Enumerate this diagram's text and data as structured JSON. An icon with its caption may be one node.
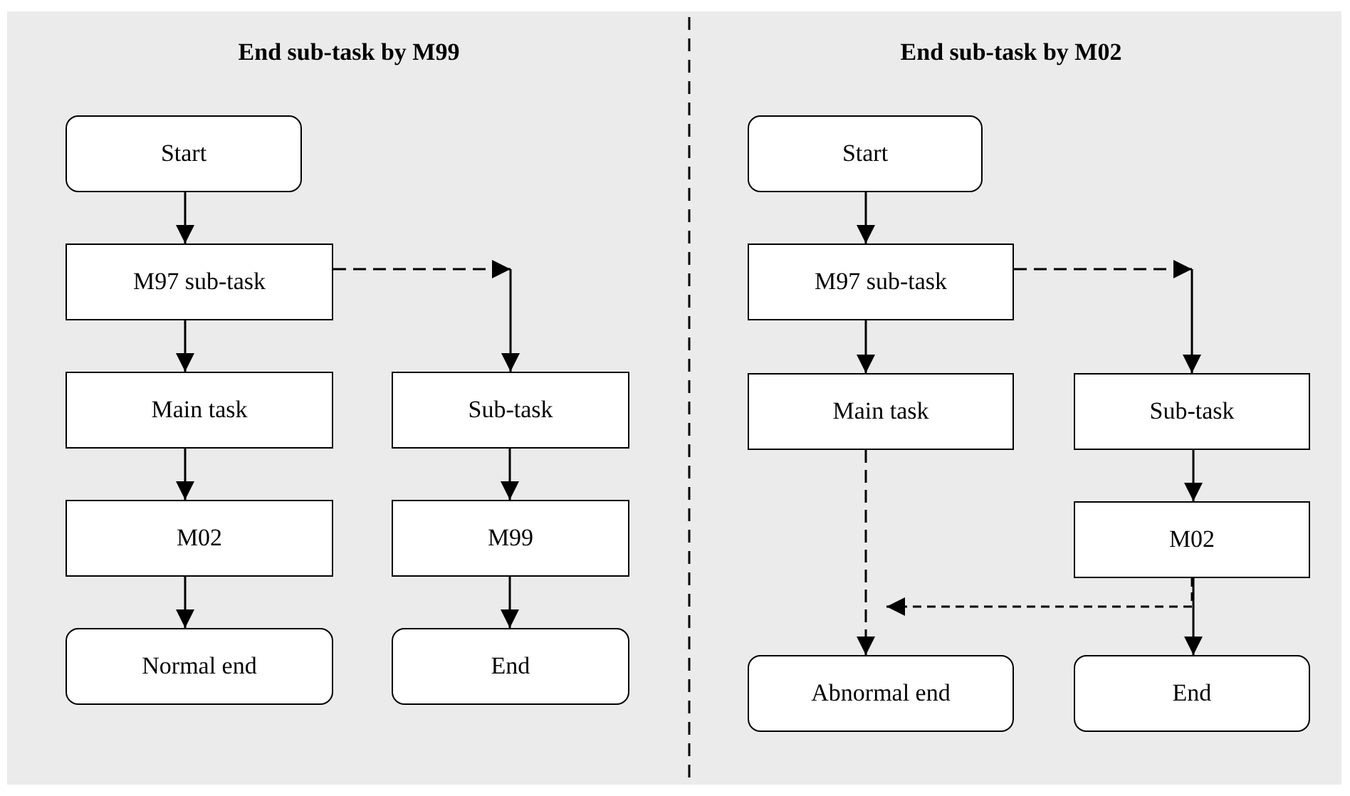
{
  "diagram": {
    "nodes": [
      {
        "text": [
          "Start"
        ]
      },
      {
        "text": [
          "M97 sub-task"
        ]
      },
      {
        "text": [
          "Main task"
        ]
      },
      {
        "text": [
          "Sub-task"
        ]
      },
      {
        "text": [
          "M02"
        ]
      },
      {
        "text": [
          "M99"
        ]
      },
      {
        "text": [
          "Normal end"
        ]
      },
      {
        "text": [
          "End"
        ]
      },
      {
        "text": [
          "Start"
        ]
      },
      {
        "text": [
          "M97 sub-task"
        ]
      },
      {
        "text": [
          "Main task"
        ]
      },
      {
        "text": [
          "Sub-task"
        ]
      },
      {
        "text": [
          "M02"
        ]
      },
      {
        "text": [
          "Abnormal end"
        ]
      },
      {
        "text": [
          "End"
        ]
      }
    ],
    "edges": [
      {
        "from": 0,
        "to": 1,
        "arrow": "to"
      },
      {
        "from": 1,
        "to": 2,
        "arrow": "to"
      },
      {
        "from": 1,
        "to": 3,
        "arrow": "to",
        "style": "dashed"
      },
      {
        "from": 2,
        "to": 4,
        "arrow": "to"
      },
      {
        "from": 3,
        "to": 5,
        "arrow": "to"
      },
      {
        "from": 4,
        "to": 6,
        "arrow": "to"
      },
      {
        "from": 5,
        "to": 7,
        "arrow": "to"
      },
      {
        "from": 8,
        "to": 9,
        "arrow": "to"
      },
      {
        "from": 9,
        "to": 10,
        "arrow": "to"
      },
      {
        "from": 9,
        "to": 11,
        "arrow": "to",
        "style": "dashed"
      },
      {
        "from": 10,
        "to": 13,
        "arrow": "to",
        "style": "dashed"
      },
      {
        "from": 11,
        "to": 12,
        "arrow": "to"
      },
      {
        "from": 12,
        "to": 14,
        "arrow": "to"
      },
      {
        "from": 12,
        "to": 13,
        "arrow": "to",
        "style": "dashed"
      }
    ],
    "labels": [
      "End sub-task by M99",
      "End sub-task by M02"
    ]
  }
}
